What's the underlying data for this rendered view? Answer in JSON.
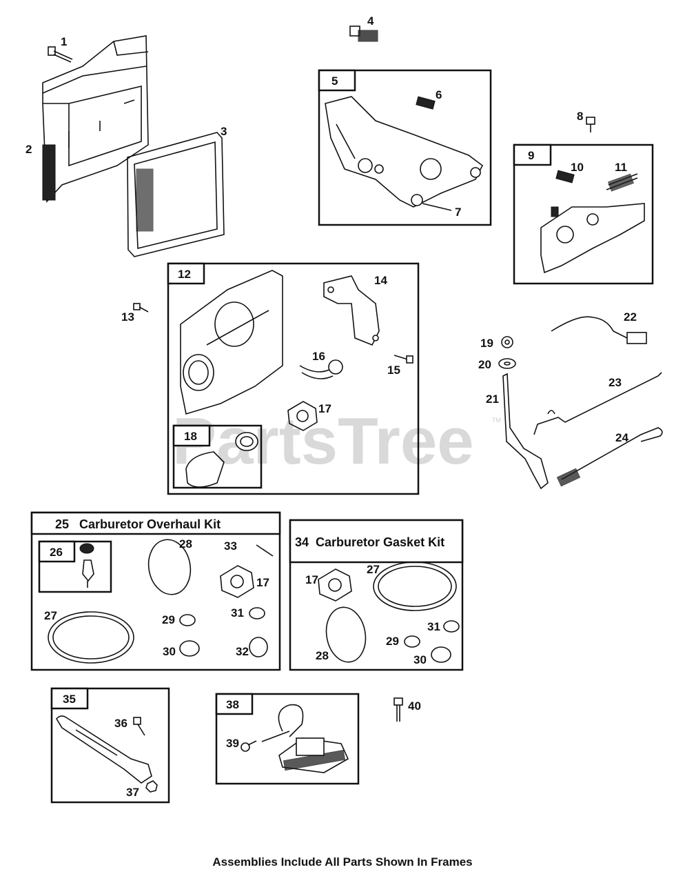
{
  "watermark": "PartsTree",
  "watermark_tm": "TM",
  "footer": "Assemblies Include All Parts Shown In Frames",
  "frames": {
    "f5": "5",
    "f9": "9",
    "f12": "12",
    "f18": "18",
    "f26": "26",
    "f35": "35",
    "f38": "38",
    "kit25": "25   Carburetor Overhaul Kit",
    "kit34": "34  Carburetor Gasket Kit"
  },
  "callouts": {
    "c1": "1",
    "c2": "2",
    "c3": "3",
    "c4": "4",
    "c6": "6",
    "c7": "7",
    "c8": "8",
    "c10": "10",
    "c11": "11",
    "c13": "13",
    "c14": "14",
    "c15": "15",
    "c16": "16",
    "c17a": "17",
    "c19": "19",
    "c20": "20",
    "c21": "21",
    "c22": "22",
    "c23": "23",
    "c24": "24",
    "c28a": "28",
    "c33": "33",
    "c17b": "17",
    "c27a": "27",
    "c29a": "29",
    "c31a": "31",
    "c30a": "30",
    "c32": "32",
    "c17c": "17",
    "c27b": "27",
    "c28b": "28",
    "c31b": "31",
    "c29b": "29",
    "c30b": "30",
    "c36": "36",
    "c37": "37",
    "c39": "39",
    "c40": "40"
  }
}
